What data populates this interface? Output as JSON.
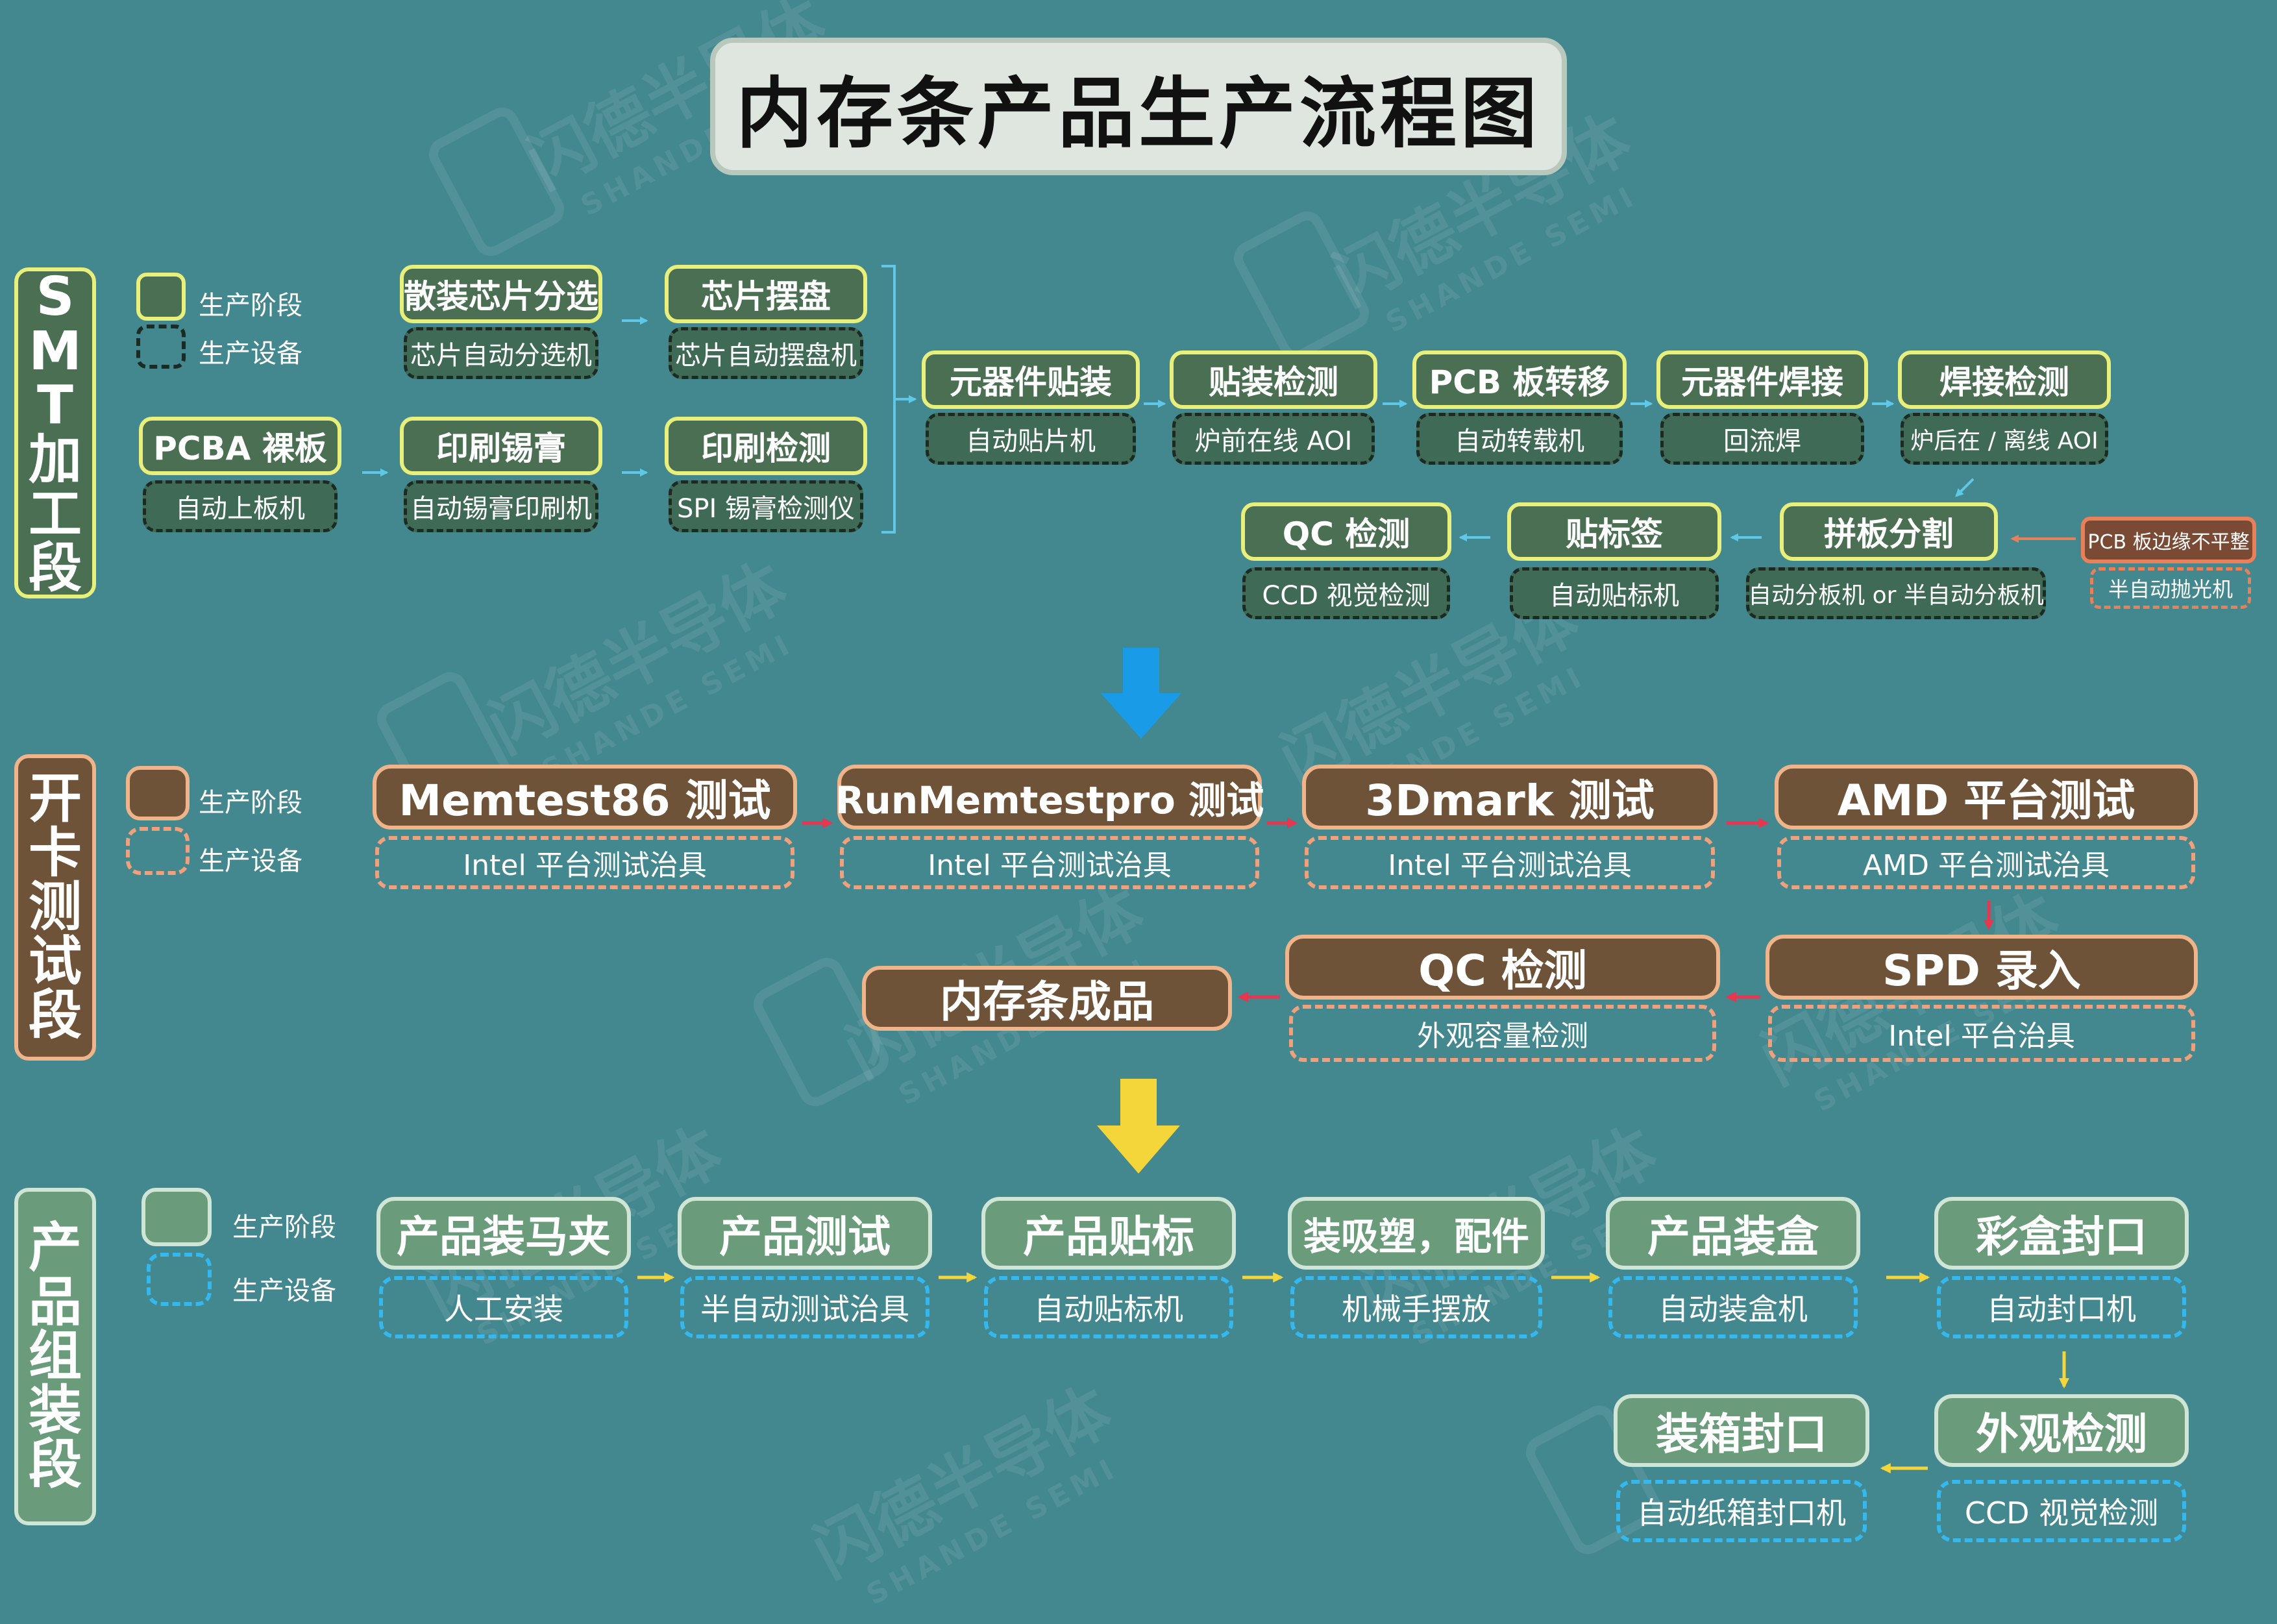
{
  "title": "内存条产品生产流程图",
  "watermark": {
    "cn": "闪德半导体",
    "en": "SHANDE SEMI"
  },
  "legend": {
    "stage": "生产阶段",
    "equipment": "生产设备"
  },
  "colors": {
    "smt_border": "#e8ef7a",
    "kk_border": "#f0b48a",
    "pa_border": "#cfe6d6",
    "arrow_smt": "#5fc8e8",
    "arrow_kk": "#e8364e",
    "arrow_pa": "#f5d63a",
    "big_arrow_blue": "#1a9be8",
    "big_arrow_yellow": "#f5d63a"
  },
  "smt": {
    "label": [
      "S",
      "M",
      "T",
      "加",
      "工",
      "段"
    ],
    "steps": [
      {
        "stage": "散装芯片分选",
        "equip": "芯片自动分选机"
      },
      {
        "stage": "芯片摆盘",
        "equip": "芯片自动摆盘机"
      },
      {
        "stage": "PCBA 裸板",
        "equip": "自动上板机"
      },
      {
        "stage": "印刷锡膏",
        "equip": "自动锡膏印刷机"
      },
      {
        "stage": "印刷检测",
        "equip": "SPI 锡膏检测仪"
      },
      {
        "stage": "元器件贴装",
        "equip": "自动贴片机"
      },
      {
        "stage": "贴装检测",
        "equip": "炉前在线 AOI"
      },
      {
        "stage": "PCB 板转移",
        "equip": "自动转载机"
      },
      {
        "stage": "元器件焊接",
        "equip": "回流焊"
      },
      {
        "stage": "焊接检测",
        "equip": "炉后在 / 离线 AOI"
      },
      {
        "stage": "拼板分割",
        "equip": "自动分板机 or 半自动分板机"
      },
      {
        "stage": "贴标签",
        "equip": "自动贴标机"
      },
      {
        "stage": "QC 检测",
        "equip": "CCD 视觉检测"
      }
    ],
    "side_step": {
      "stage": "PCB 板边缘不平整",
      "equip": "半自动抛光机"
    }
  },
  "kk": {
    "label": [
      "开",
      "卡",
      "测",
      "试",
      "段"
    ],
    "steps": [
      {
        "stage": "Memtest86 测试",
        "equip": "Intel 平台测试治具"
      },
      {
        "stage": "RunMemtestpro 测试",
        "equip": "Intel 平台测试治具"
      },
      {
        "stage": "3Dmark 测试",
        "equip": "Intel 平台测试治具"
      },
      {
        "stage": "AMD 平台测试",
        "equip": "AMD 平台测试治具"
      },
      {
        "stage": "SPD 录入",
        "equip": "Intel 平台治具"
      },
      {
        "stage": "QC 检测",
        "equip": "外观容量检测"
      },
      {
        "stage": "内存条成品"
      }
    ]
  },
  "pa": {
    "label": [
      "产",
      "品",
      "组",
      "装",
      "段"
    ],
    "steps": [
      {
        "stage": "产品装马夹",
        "equip": "人工安装"
      },
      {
        "stage": "产品测试",
        "equip": "半自动测试治具"
      },
      {
        "stage": "产品贴标",
        "equip": "自动贴标机"
      },
      {
        "stage": "装吸塑，配件",
        "equip": "机械手摆放"
      },
      {
        "stage": "产品装盒",
        "equip": "自动装盒机"
      },
      {
        "stage": "彩盒封口",
        "equip": "自动封口机"
      },
      {
        "stage": "外观检测",
        "equip": "CCD 视觉检测"
      },
      {
        "stage": "装箱封口",
        "equip": "自动纸箱封口机"
      }
    ]
  }
}
